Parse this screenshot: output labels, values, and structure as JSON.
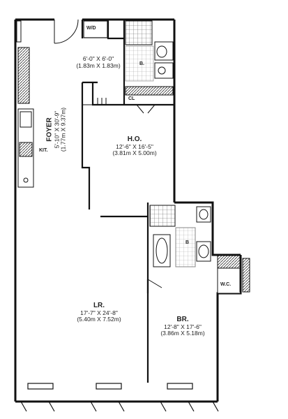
{
  "plan": {
    "walk_in": {
      "label": "W/D"
    },
    "foyer_hall": {
      "dim_ft": "6'-0\" X 6'-0\"",
      "dim_m": "(1.83m X 1.83m)"
    },
    "bath_top": {
      "label": "B."
    },
    "closet": {
      "label": "CL"
    },
    "foyer": {
      "label": "FOYER",
      "dim_ft": "5'-10\" X 30'-9\"",
      "dim_m": "(1.77m X 9.37m)"
    },
    "kitchen": {
      "label": "KIT."
    },
    "home_office": {
      "label": "H.O.",
      "dim_ft": "12'-6\" X 16'-5\"",
      "dim_m": "(3.81m X 5.00m)"
    },
    "bath_mid": {
      "label": "B"
    },
    "wic": {
      "label": "W.C."
    },
    "living_room": {
      "label": "LR.",
      "dim_ft": "17'-7\" X 24'-8\"",
      "dim_m": "(5.40m X 7.52m)"
    },
    "bedroom": {
      "label": "BR.",
      "dim_ft": "12'-8\" X 17'-6\"",
      "dim_m": "(3.86m X 5.18m)"
    }
  }
}
